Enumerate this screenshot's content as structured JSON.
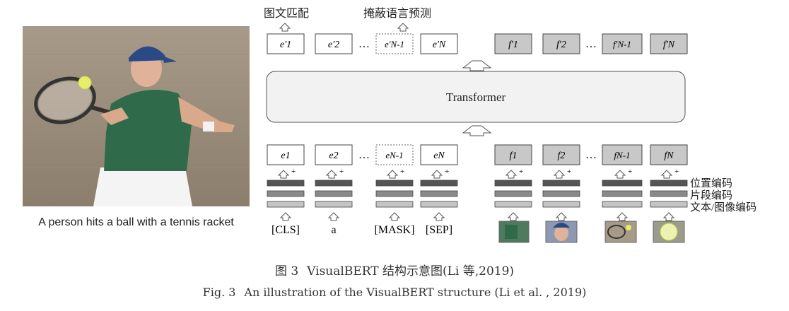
{
  "photo": {
    "caption": "A person hits a ball with a tennis racket"
  },
  "diagram": {
    "top_labels": {
      "match": "图文匹配",
      "mask_pred": "掩蔽语言预测"
    },
    "transformer_label": "Transformer",
    "output_text": [
      "e'1",
      "e'2",
      "e'N-1",
      "e'N"
    ],
    "output_image": [
      "f'1",
      "f'2",
      "f'N-1",
      "f'N"
    ],
    "input_text_emb": [
      "e1",
      "e2",
      "eN-1",
      "eN"
    ],
    "input_image_emb": [
      "f1",
      "f2",
      "fN-1",
      "fN"
    ],
    "tokens": [
      "[CLS]",
      "a",
      "[MASK]",
      "[SEP]"
    ],
    "ellipsis": "…",
    "plus": "+",
    "legend": [
      "位置编码",
      "片段编码",
      "文本/图像编码"
    ]
  },
  "figure_caption": {
    "cn_num": "图 3",
    "cn_text": "VisualBERT 结构示意图(Li 等,2019)",
    "en_num": "Fig. 3",
    "en_text": "An illustration of the VisualBERT structure (Li et al. , 2019)"
  },
  "colors": {
    "masked_border": "#666666",
    "image_box_fill": "#c8c8c8",
    "bar_dark": "#555555",
    "bar_mid": "#8a8a8a",
    "bar_light": "#c4c4c4",
    "transformer_fill": "#f2f2f2"
  }
}
